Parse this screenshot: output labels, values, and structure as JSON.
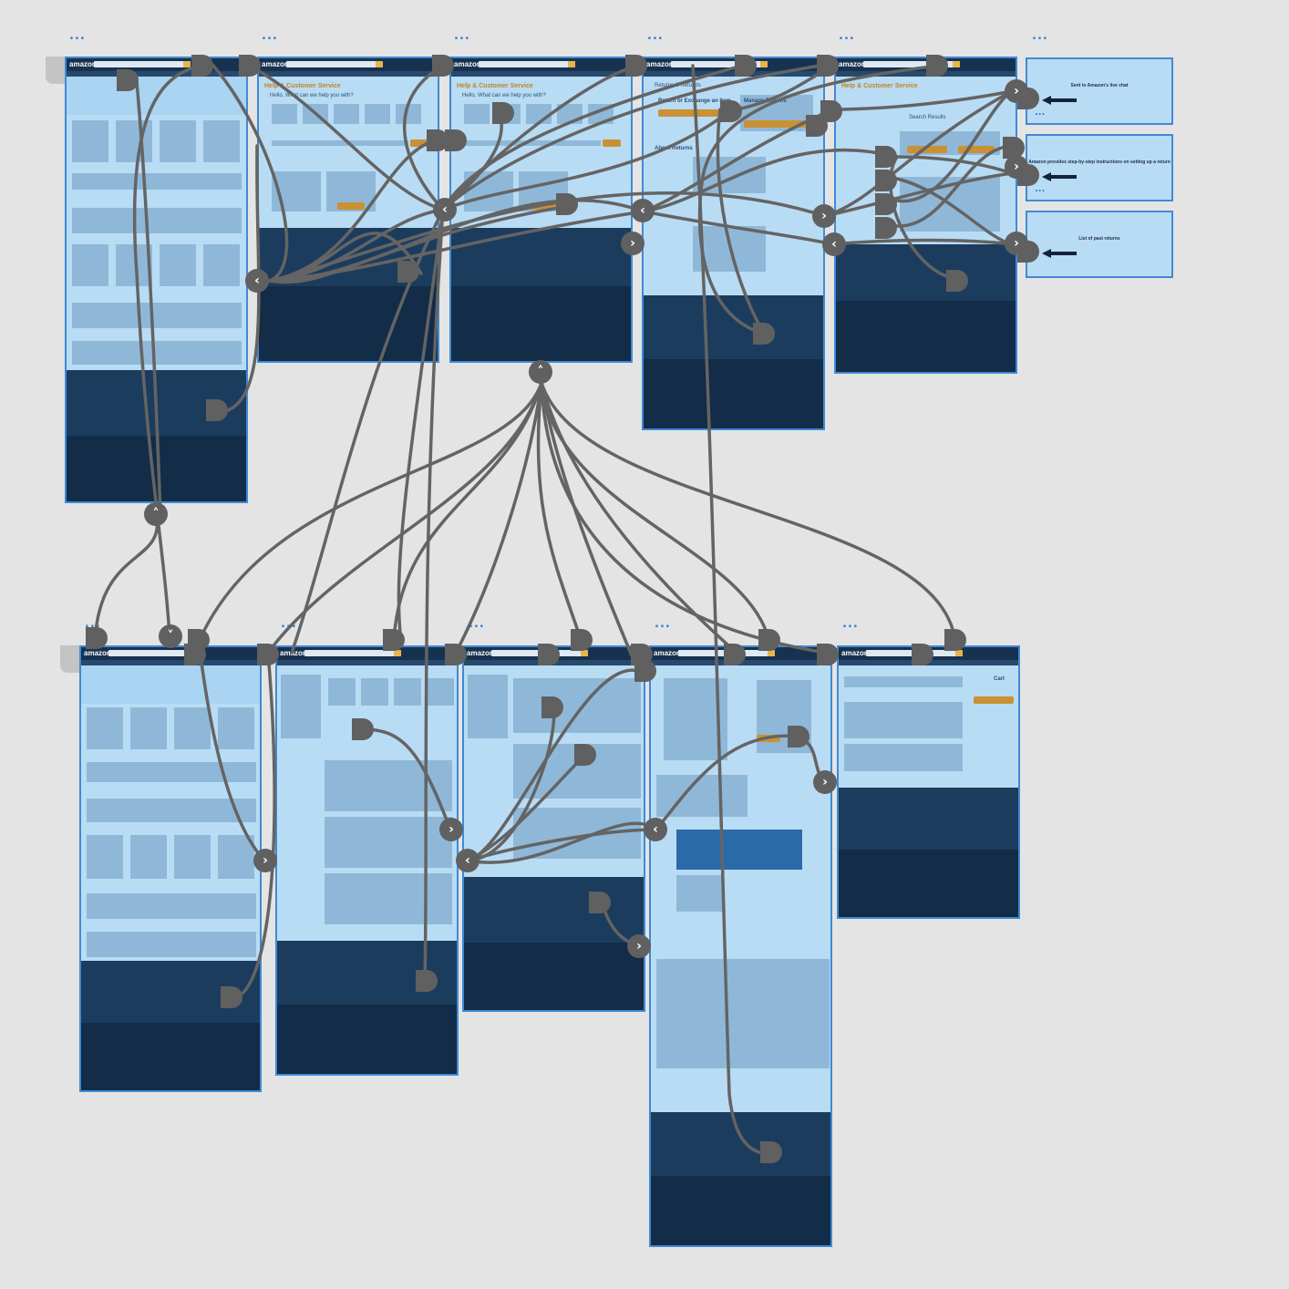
{
  "canvas": {
    "screens": [
      {
        "id": "home-1",
        "logo": "amazon",
        "kind": "home"
      },
      {
        "id": "help-1",
        "logo": "amazon",
        "kind": "help",
        "title": "Help & Customer Service",
        "subtitle": "Hello. What can we help you with?"
      },
      {
        "id": "help-2",
        "logo": "amazon",
        "kind": "help",
        "title": "Help & Customer Service",
        "subtitle": "Hello. What can we help you with?"
      },
      {
        "id": "returns",
        "logo": "amazon",
        "kind": "returns",
        "title": "Returns & Refunds",
        "left_heading": "Return or Exchange an Item",
        "right_heading": "Manage Returns",
        "about": "About Returns"
      },
      {
        "id": "help-search",
        "logo": "amazon",
        "kind": "help",
        "title": "Help & Customer Service",
        "subtitle": "Search Results"
      },
      {
        "id": "home-2",
        "logo": "amazon",
        "kind": "home"
      },
      {
        "id": "results-1",
        "logo": "amazon",
        "kind": "results"
      },
      {
        "id": "results-2",
        "logo": "amazon",
        "kind": "results"
      },
      {
        "id": "product",
        "logo": "amazon",
        "kind": "product"
      },
      {
        "id": "cart",
        "logo": "amazon",
        "kind": "cart",
        "cart_label": "Cart"
      }
    ],
    "notes": [
      {
        "text": "Sent to Amazon's live chat"
      },
      {
        "text": "Amazon provides step-by-step instructions on setting up a return"
      },
      {
        "text": "List of past returns"
      }
    ],
    "more_dots": "...",
    "colors": {
      "background": "#e4e4e4",
      "frame_fill": "#b9dcf5",
      "frame_border": "#3f8ad6",
      "footer": "#1c3c5e",
      "link": "#646464"
    }
  }
}
